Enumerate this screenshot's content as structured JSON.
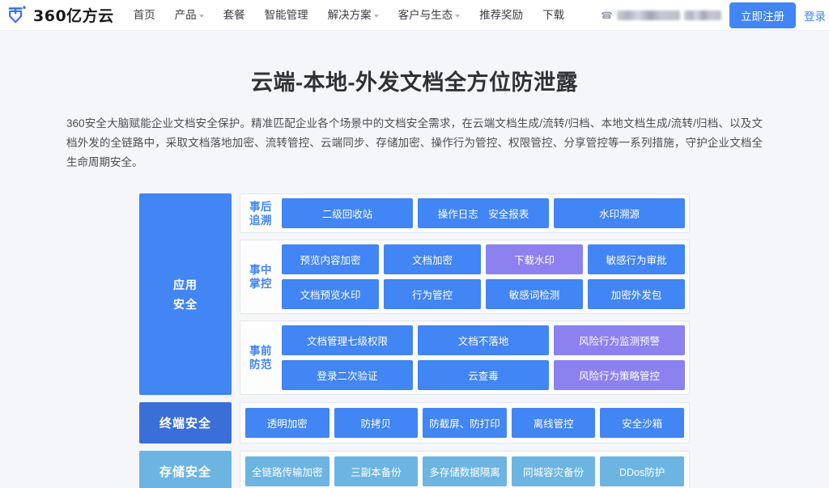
{
  "nav": {
    "logo_text": "360亿方云",
    "items": [
      {
        "label": "首页",
        "has_caret": false
      },
      {
        "label": "产品",
        "has_caret": true
      },
      {
        "label": "套餐",
        "has_caret": false
      },
      {
        "label": "智能管理",
        "has_caret": false
      },
      {
        "label": "解决方案",
        "has_caret": true
      },
      {
        "label": "客户与生态",
        "has_caret": true
      },
      {
        "label": "推荐奖励",
        "has_caret": false
      },
      {
        "label": "下载",
        "has_caret": false
      }
    ],
    "phone_masked": "",
    "register_label": "立即注册",
    "login_label": "登录"
  },
  "hero": {
    "title": "云端-本地-外发文档全方位防泄露",
    "description": "360安全大脑赋能企业文档安全保护。精准匹配企业各个场景中的文档安全需求，在云端文档生成/流转/归档、本地文档生成/流转/归档、以及文档外发的全链路中，采取文档落地加密、流转管控、云端同步、存储加密、操作行为管控、权限管控、分享管控等一系列措施，守护企业文档全生命周期安全。"
  },
  "colors": {
    "brand_blue": "#4285f4",
    "purple": "#8b82f0",
    "light_blue": "#6cb5e3",
    "terminal_blue": "#3a6fd8",
    "page_bg": "#f5f6f9"
  },
  "diagram": {
    "app_security": {
      "label_line1": "应用",
      "label_line2": "安全",
      "groups": [
        {
          "label_line1": "事后",
          "label_line2": "追溯",
          "rows": [
            [
              {
                "text": "二级回收站",
                "color": "blue"
              },
              {
                "text": "操作日志　安全报表",
                "color": "blue"
              },
              {
                "text": "水印溯源",
                "color": "blue"
              }
            ]
          ]
        },
        {
          "label_line1": "事中",
          "label_line2": "掌控",
          "rows": [
            [
              {
                "text": "预览内容加密",
                "color": "blue"
              },
              {
                "text": "文档加密",
                "color": "blue"
              },
              {
                "text": "下载水印",
                "color": "purple"
              },
              {
                "text": "敏感行为审批",
                "color": "blue"
              }
            ],
            [
              {
                "text": "文档预览水印",
                "color": "blue"
              },
              {
                "text": "行为管控",
                "color": "blue"
              },
              {
                "text": "敏感词检测",
                "color": "blue"
              },
              {
                "text": "加密外发包",
                "color": "blue"
              }
            ]
          ]
        },
        {
          "label_line1": "事前",
          "label_line2": "防范",
          "rows": [
            [
              {
                "text": "文档管理七级权限",
                "color": "blue"
              },
              {
                "text": "文档不落地",
                "color": "blue"
              },
              {
                "text": "风险行为监测预警",
                "color": "purple"
              }
            ],
            [
              {
                "text": "登录二次验证",
                "color": "blue"
              },
              {
                "text": "云查毒",
                "color": "blue"
              },
              {
                "text": "风险行为策略管控",
                "color": "purple"
              }
            ]
          ]
        }
      ]
    },
    "bands": [
      {
        "label": "终端安全",
        "style": "terminal",
        "items": [
          {
            "text": "透明加密",
            "color": "blue"
          },
          {
            "text": "防拷贝",
            "color": "blue"
          },
          {
            "text": "防截屏、防打印",
            "color": "blue"
          },
          {
            "text": "离线管控",
            "color": "blue"
          },
          {
            "text": "安全沙箱",
            "color": "blue"
          }
        ]
      },
      {
        "label": "存储安全",
        "style": "storage",
        "items": [
          {
            "text": "全链路传输加密",
            "color": "light"
          },
          {
            "text": "三副本备份",
            "color": "light"
          },
          {
            "text": "多存储数据隔离",
            "color": "light"
          },
          {
            "text": "同城容灾备份",
            "color": "light"
          },
          {
            "text": "DDos防护",
            "color": "light"
          }
        ]
      }
    ]
  }
}
